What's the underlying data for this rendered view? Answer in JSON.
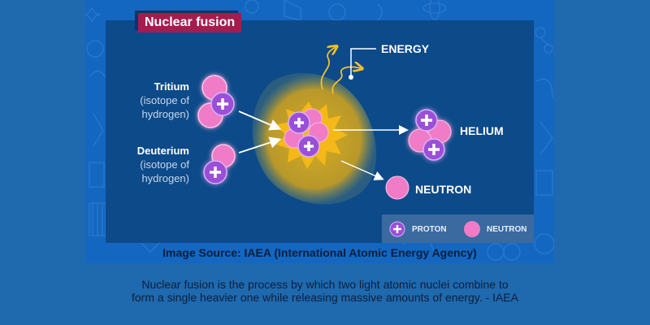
{
  "figure": {
    "title": "Nuclear fusion",
    "reactants": [
      {
        "name": "Tritium",
        "note_line1": "(isotope of",
        "note_line2": "hydrogen)",
        "protons": 1,
        "neutrons": 2
      },
      {
        "name": "Deuterium",
        "note_line1": "(isotope of",
        "note_line2": "hydrogen)",
        "protons": 1,
        "neutrons": 1
      }
    ],
    "products": {
      "energy": "ENERGY",
      "helium": "HELIUM",
      "neutron": "NEUTRON"
    },
    "legend": {
      "proton": "PROTON",
      "neutron": "NEUTRON"
    },
    "colors": {
      "background": "#1f69ae",
      "card": "#1467c1",
      "panel": "#0c4a89",
      "title_badge": "#a51c4f",
      "proton": "#9b4fd6",
      "neutron": "#f07cc8",
      "energy_glow": "#c9a826",
      "starburst": "#f5b819",
      "legend_bg": "#3a6aa0"
    }
  },
  "source": "Image Source: IAEA (International Atomic Energy Agency)",
  "caption": {
    "line1": "Nuclear fusion is the process by which two light atomic nuclei combine to",
    "line2": "form a single heavier one while releasing massive amounts of energy. - IAEA"
  }
}
